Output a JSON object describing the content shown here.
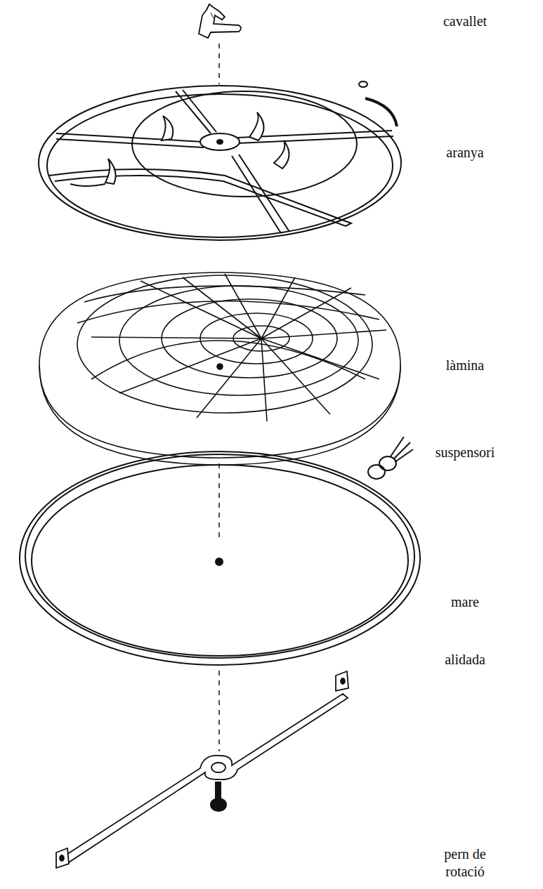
{
  "diagram": {
    "labels": [
      "cavallet",
      "aranya",
      "làmina",
      "suspensori",
      "mare",
      "alidada",
      "pern de rotació"
    ]
  }
}
